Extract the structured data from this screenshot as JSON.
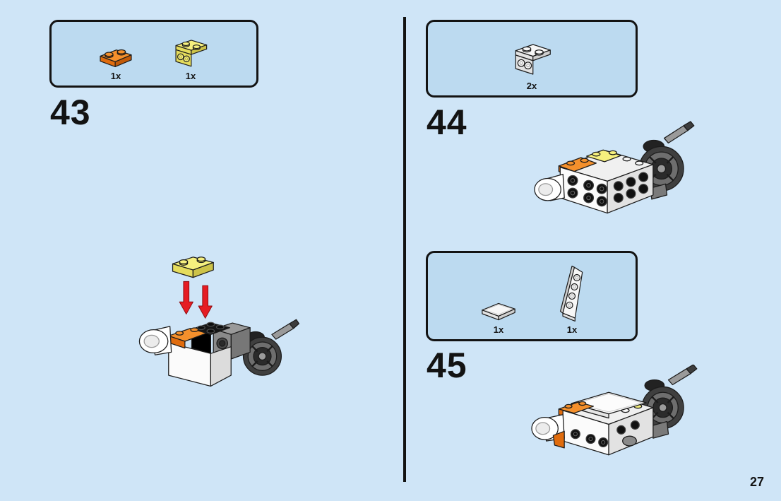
{
  "page": {
    "number": "27"
  },
  "steps": [
    {
      "number": "43",
      "parts": [
        {
          "name": "plate-1x2-orange",
          "count": "1x"
        },
        {
          "name": "bracket-1x2-2x2-yellow",
          "count": "1x"
        }
      ]
    },
    {
      "number": "44",
      "parts": [
        {
          "name": "bracket-1x2-2x2-white",
          "count": "2x"
        }
      ]
    },
    {
      "number": "45",
      "parts": [
        {
          "name": "tile-2x2-white",
          "count": "1x"
        },
        {
          "name": "wedge-plate-white",
          "count": "1x"
        }
      ]
    }
  ],
  "colors": {
    "page-bg": "#cfe5f7",
    "panel-bg": "#bcdaf0",
    "panel-border": "#131313",
    "divider": "#131313",
    "text": "#131313",
    "arrow-red": "#e51c23",
    "orange-top": "#f4902c",
    "orange-front": "#e06c0e",
    "orange-side": "#c25a08",
    "yellow-top": "#f6f07e",
    "yellow-front": "#e5dc5c",
    "yellow-side": "#cdc348",
    "white-top": "#f7f7f7",
    "white-front": "#e3e3e3",
    "white-side": "#cfcfcf",
    "dark-gray": "#3f3f3f",
    "mid-gray": "#8d8d8d"
  }
}
